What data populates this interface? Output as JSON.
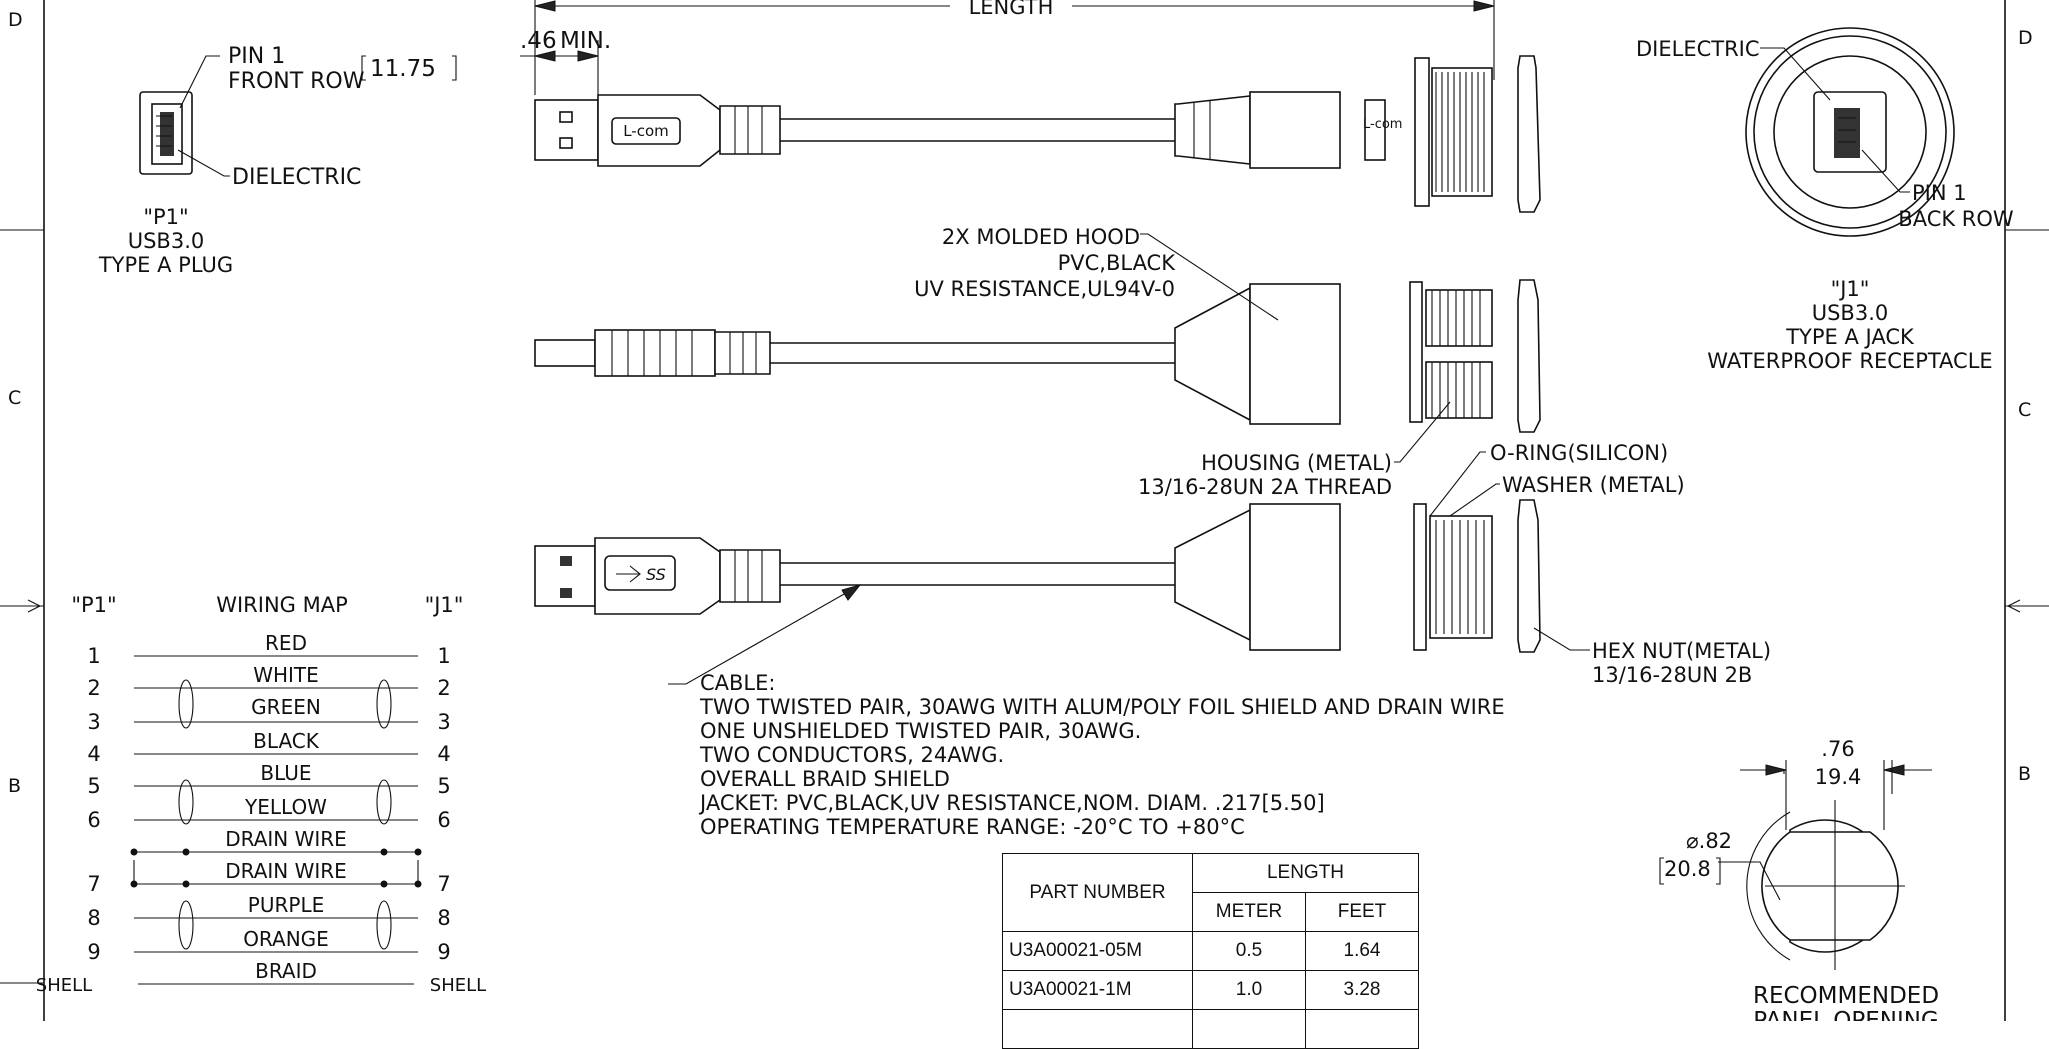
{
  "border": {
    "row_d": "D",
    "row_c": "C",
    "row_b": "B"
  },
  "plug": {
    "pin1": [
      "PIN 1",
      "FRONT ROW"
    ],
    "dielectric": "DIELECTRIC",
    "title": [
      "\"P1\"",
      "USB3.0",
      "TYPE A PLUG"
    ],
    "dim_in": ".46",
    "dim_mm": "11.75",
    "dim_min": "MIN."
  },
  "length_label": "LENGTH",
  "hood": [
    "2X MOLDED HOOD",
    "PVC,BLACK",
    "UV RESISTANCE,UL94V-0"
  ],
  "housing": [
    "HOUSING (METAL)",
    "13/16-28UN 2A THREAD"
  ],
  "oring": "O-RING(SILICON)",
  "washer": "WASHER (METAL)",
  "hexnut": [
    "HEX NUT(METAL)",
    "13/16-28UN 2B"
  ],
  "brand": "L-com",
  "jack": {
    "dielectric": "DIELECTRIC",
    "pin1": [
      "PIN 1",
      "BACK ROW"
    ],
    "title": [
      "\"J1\"",
      "USB3.0",
      "TYPE A JACK",
      "WATERPROOF RECEPTACLE"
    ]
  },
  "cable": [
    "CABLE:",
    "TWO TWISTED PAIR, 30AWG WITH ALUM/POLY FOIL SHIELD AND DRAIN WIRE",
    "ONE UNSHIELDED TWISTED PAIR, 30AWG.",
    "TWO CONDUCTORS, 24AWG.",
    "OVERALL BRAID SHIELD",
    "JACKET: PVC,BLACK,UV RESISTANCE,NOM. DIAM. .217[5.50]",
    "OPERATING TEMPERATURE RANGE: -20°C TO +80°C"
  ],
  "wiring": {
    "left": "\"P1\"",
    "title": "WIRING MAP",
    "right": "\"J1\"",
    "rows": [
      {
        "l": "1",
        "r": "1",
        "label": "RED"
      },
      {
        "l": "2",
        "r": "2",
        "label": "WHITE"
      },
      {
        "l": "3",
        "r": "3",
        "label": "GREEN"
      },
      {
        "l": "4",
        "r": "4",
        "label": "BLACK"
      },
      {
        "l": "5",
        "r": "5",
        "label": "BLUE"
      },
      {
        "l": "6",
        "r": "6",
        "label": "YELLOW"
      },
      {
        "l": "",
        "r": "",
        "label": "DRAIN WIRE"
      },
      {
        "l": "7",
        "r": "7",
        "label": "DRAIN WIRE"
      },
      {
        "l": "8",
        "r": "8",
        "label": "PURPLE"
      },
      {
        "l": "9",
        "r": "9",
        "label": "ORANGE"
      },
      {
        "l": "SHELL",
        "r": "SHELL",
        "label": "BRAID"
      }
    ]
  },
  "table": {
    "col_part": "PART NUMBER",
    "col_length": "LENGTH",
    "col_meter": "METER",
    "col_feet": "FEET",
    "rows": [
      {
        "part": "U3A00021-05M",
        "meter": "0.5",
        "feet": "1.64"
      },
      {
        "part": "U3A00021-1M",
        "meter": "1.0",
        "feet": "3.28"
      }
    ]
  },
  "panel": {
    "dia_in": "⌀.82",
    "dia_mm": "20.8",
    "flat_in": ".76",
    "flat_mm": "19.4",
    "caption": [
      "RECOMMENDED",
      "PANEL OPENING"
    ]
  }
}
